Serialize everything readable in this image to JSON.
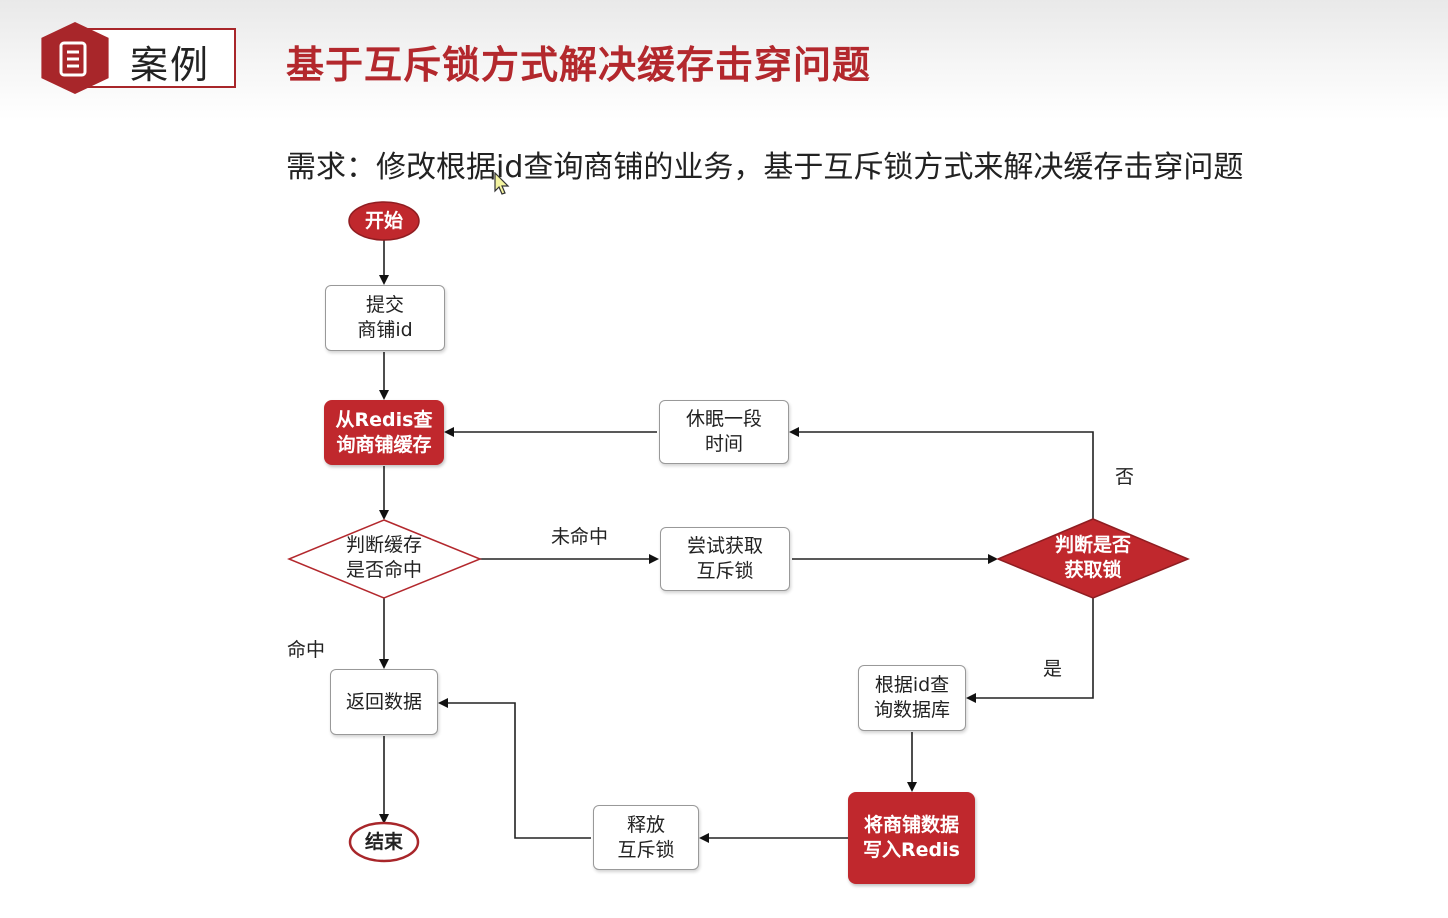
{
  "header": {
    "badge_label": "案例",
    "badge_icon": "document-list-icon",
    "title": "基于互斥锁方式解决缓存击穿问题",
    "accent_color": "#b3282d"
  },
  "requirement": "需求：修改根据id查询商铺的业务，基于互斥锁方式来解决缓存击穿问题",
  "flow": {
    "start": "开始",
    "submit": "提交\n商铺id",
    "query_redis": "从Redis查\n询商铺缓存",
    "check_cache": "判断缓存\n是否命中",
    "try_lock": "尝试获取\n互斥锁",
    "check_lock": "判断是否\n获取锁",
    "sleep": "休眠一段\n时间",
    "return_data": "返回数据",
    "end": "结束",
    "query_db": "根据id查\n询数据库",
    "write_redis": "将商铺数据\n写入Redis",
    "release_lock": "释放\n互斥锁"
  },
  "edge_labels": {
    "miss": "未命中",
    "hit": "命中",
    "no": "否",
    "yes": "是"
  }
}
